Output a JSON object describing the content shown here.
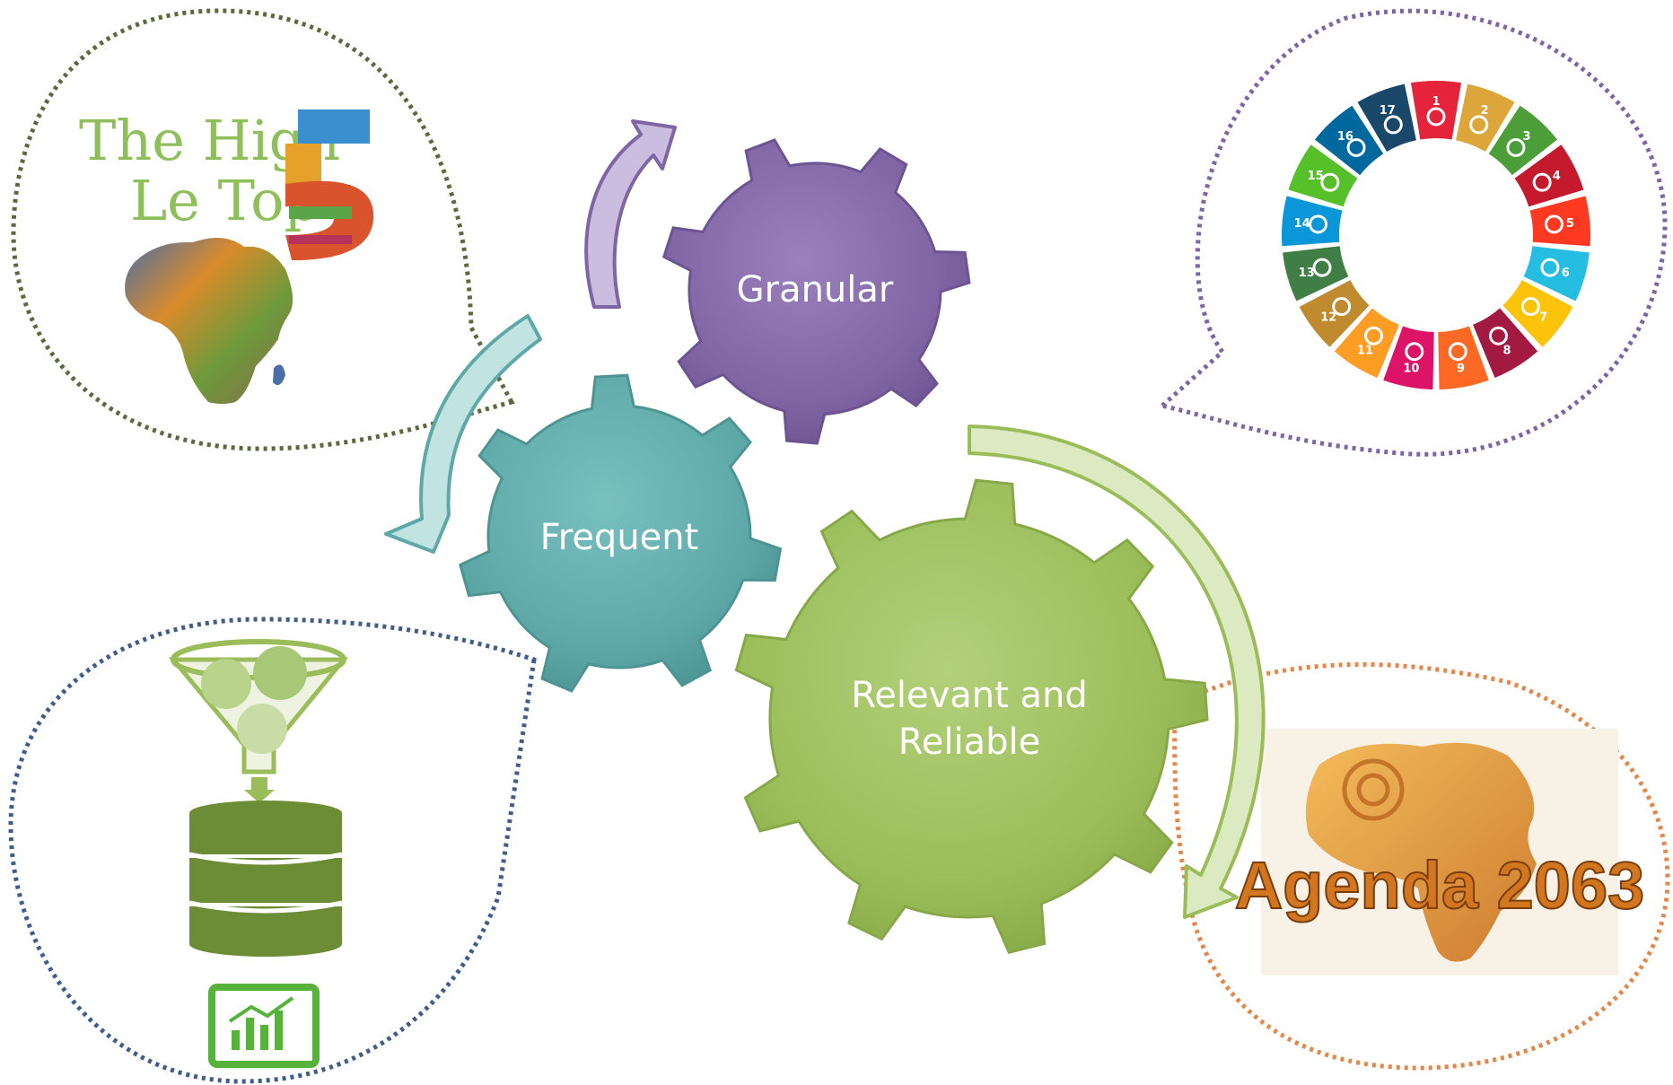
{
  "gears": [
    {
      "id": "granular",
      "lines": [
        "Granular"
      ],
      "color": "#7f65a3"
    },
    {
      "id": "frequent",
      "lines": [
        "Frequent"
      ],
      "color": "#5ea9a8"
    },
    {
      "id": "relevant",
      "lines": [
        "Relevant and",
        "Reliable"
      ],
      "color": "#9bbd59"
    }
  ],
  "bubbles": {
    "top_left": {
      "border_color": "#5b6a3c",
      "logo_line1": "The High",
      "logo_line2": "Le Top",
      "logo_number": "5",
      "icon": "africa-photo-collage-icon"
    },
    "top_right": {
      "border_color": "#7e64a6",
      "icon": "sdg-wheel-icon",
      "sdg_numbers": [
        "1",
        "2",
        "3",
        "4",
        "5",
        "6",
        "7",
        "8",
        "9",
        "10",
        "11",
        "12",
        "13",
        "14",
        "15",
        "16",
        "17"
      ],
      "sdg_colors": [
        "#e5243b",
        "#dda63a",
        "#4c9f38",
        "#c5192d",
        "#ff3a21",
        "#26bde2",
        "#fcc30b",
        "#a21942",
        "#fd6925",
        "#dd1367",
        "#fd9d24",
        "#bf8b2e",
        "#3f7e44",
        "#0a97d9",
        "#56c02b",
        "#00689d",
        "#19486a"
      ]
    },
    "bottom_left": {
      "border_color": "#3e5c8c",
      "icons": [
        "funnel-filter-icon",
        "database-icon",
        "chart-monitor-icon"
      ]
    },
    "bottom_right": {
      "border_color": "#e3874a",
      "logo_text": "Agenda 2063",
      "icon": "africa-map-icon"
    }
  },
  "colors": {
    "purple": "#7f65a3",
    "teal": "#5ea9a8",
    "green": "#9bbd59"
  }
}
